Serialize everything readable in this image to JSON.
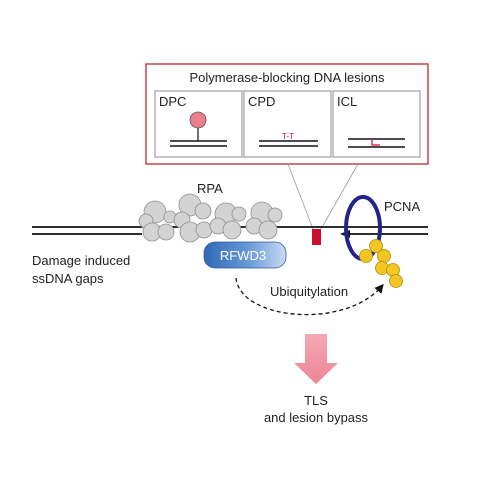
{
  "lesion_panel": {
    "title": "Polymerase-blocking DNA lesions",
    "subpanels": [
      {
        "label": "DPC"
      },
      {
        "label": "CPD",
        "mark": "T-T"
      },
      {
        "label": "ICL"
      }
    ]
  },
  "labels": {
    "rpa": "RPA",
    "pcna": "PCNA",
    "rfwd3": "RFWD3",
    "gaps_line1": "Damage induced",
    "gaps_line2": "ssDNA gaps",
    "ubiquitylation": "Ubiquitylation",
    "outcome_line1": "TLS",
    "outcome_line2": "and lesion bypass"
  },
  "colors": {
    "panel_border": "#c0393b",
    "lesion": "#c8102e",
    "dpc_protein": "#ec7f8c",
    "rpa": "#d3d3d3",
    "rpa_stroke": "#8f8f8f",
    "rfwd3_light": "#8fb7e6",
    "rfwd3_dark": "#2e69b6",
    "pcna_ring": "#23238a",
    "ubiquitin": "#f3c623",
    "ubiquitin_stroke": "#b28c0b",
    "tls_arrow": "#ef8e9b"
  }
}
